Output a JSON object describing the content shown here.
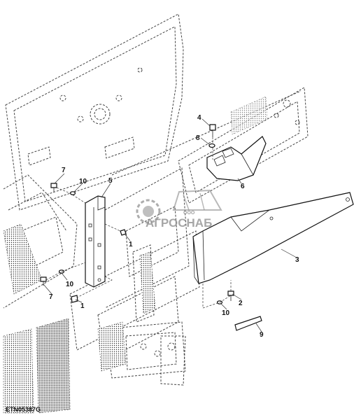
{
  "figure_id": "ETN05387G",
  "watermark": {
    "company_prefix": "ООО",
    "company_name": "АГРОСНАБ"
  },
  "callouts": {
    "c1_upper": "1",
    "c1_lower": "1",
    "c2": "2",
    "c3": "3",
    "c4": "4",
    "c5": "5",
    "c6": "6",
    "c7_upper": "7",
    "c7_lower": "7",
    "c8": "8",
    "c9": "9",
    "c10_upper": "10",
    "c10_left": "10",
    "c10_lower": "10"
  }
}
